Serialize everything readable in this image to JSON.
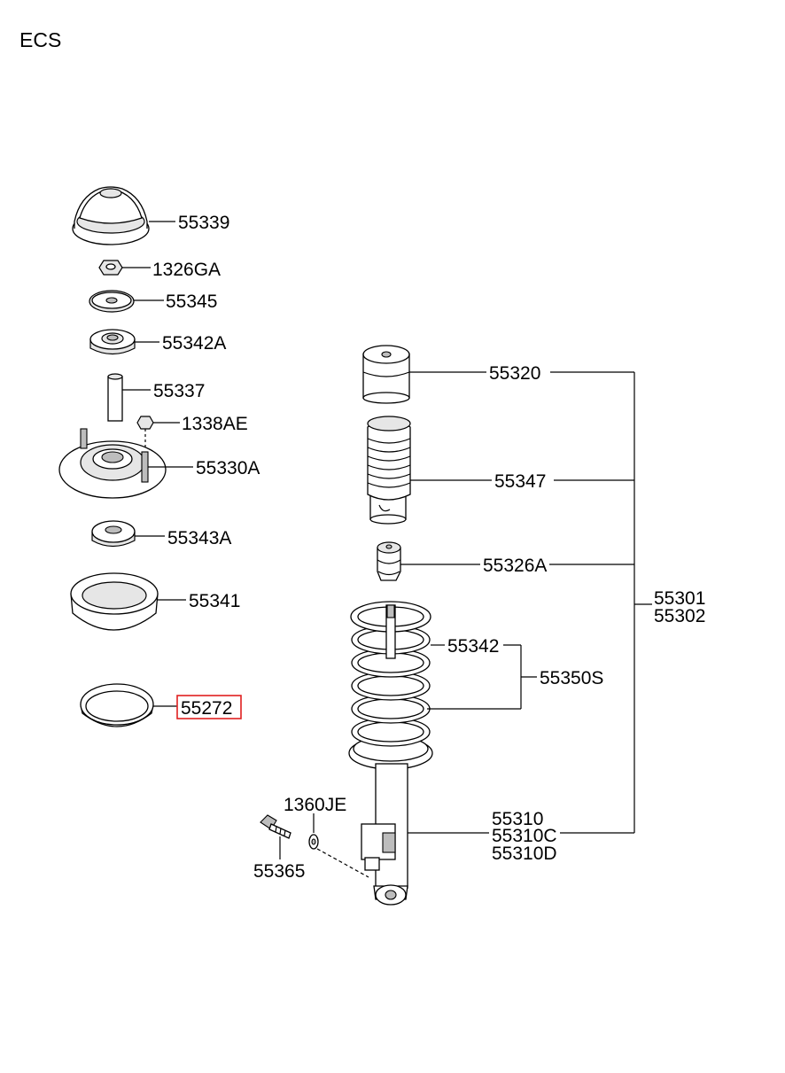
{
  "title": "ECS",
  "labels": {
    "p55339": "55339",
    "p1326ga": "1326GA",
    "p55345": "55345",
    "p55342a": "55342A",
    "p55337": "55337",
    "p1338ae": "1338AE",
    "p55330a": "55330A",
    "p55343a": "55343A",
    "p55341": "55341",
    "p55272": "55272",
    "p55320": "55320",
    "p55347": "55347",
    "p55326a": "55326A",
    "p55301": "55301",
    "p55302": "55302",
    "p55342": "55342",
    "p55350s": "55350S",
    "p1360je": "1360JE",
    "p55365": "55365",
    "p55310": "55310",
    "p55310c": "55310C",
    "p55310d": "55310D"
  },
  "highlight": {
    "part": "55272",
    "color": "#e02020"
  }
}
